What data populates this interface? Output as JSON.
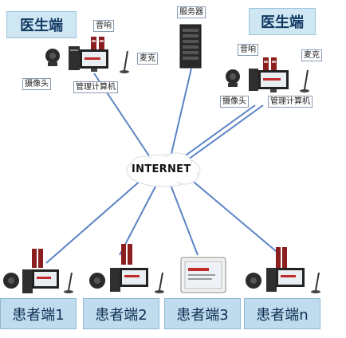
{
  "doctor_left": {
    "title": "医生端",
    "labels": {
      "speaker": "音响",
      "mic": "麦克",
      "camera": "摄像头",
      "computer": "管理计算机"
    }
  },
  "doctor_right": {
    "title": "医生端",
    "labels": {
      "speaker": "音响",
      "mic": "麦克",
      "camera": "摄像头",
      "computer": "管理计算机"
    }
  },
  "server": {
    "label": "服务器"
  },
  "internet": {
    "label": "INTERNET"
  },
  "patients": [
    {
      "label": "患者端1"
    },
    {
      "label": "患者端2"
    },
    {
      "label": "患者端3"
    },
    {
      "label": "患者端n"
    }
  ],
  "colors": {
    "link": "#5b84c4",
    "title_bg": "#cfe6f3",
    "box_bg": "#bfdcef"
  }
}
